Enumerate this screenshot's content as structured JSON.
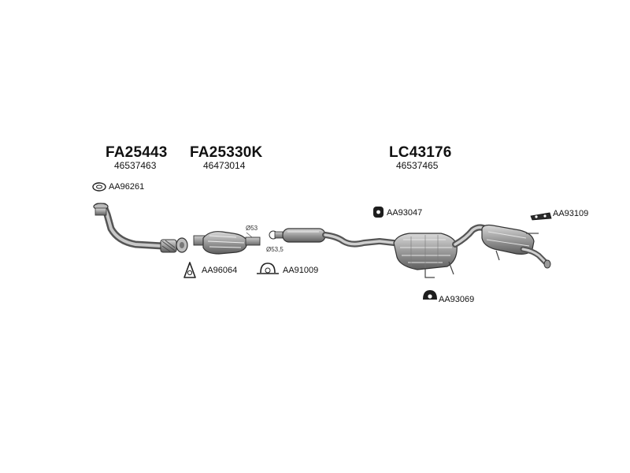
{
  "assemblies": [
    {
      "code": "FA25443",
      "number": "46537463"
    },
    {
      "code": "FA25330K",
      "number": "46473014"
    },
    {
      "code": "LC43176",
      "number": "46537465"
    }
  ],
  "parts": {
    "gasket_front": "AA96261",
    "gasket_flange": "AA96064",
    "clamp": "AA91009",
    "hanger_mid": "AA93047",
    "hanger_lower": "AA93069",
    "hanger_rear": "AA93109"
  },
  "dimensions": {
    "d53": "Ø53",
    "d535": "Ø53,5"
  }
}
